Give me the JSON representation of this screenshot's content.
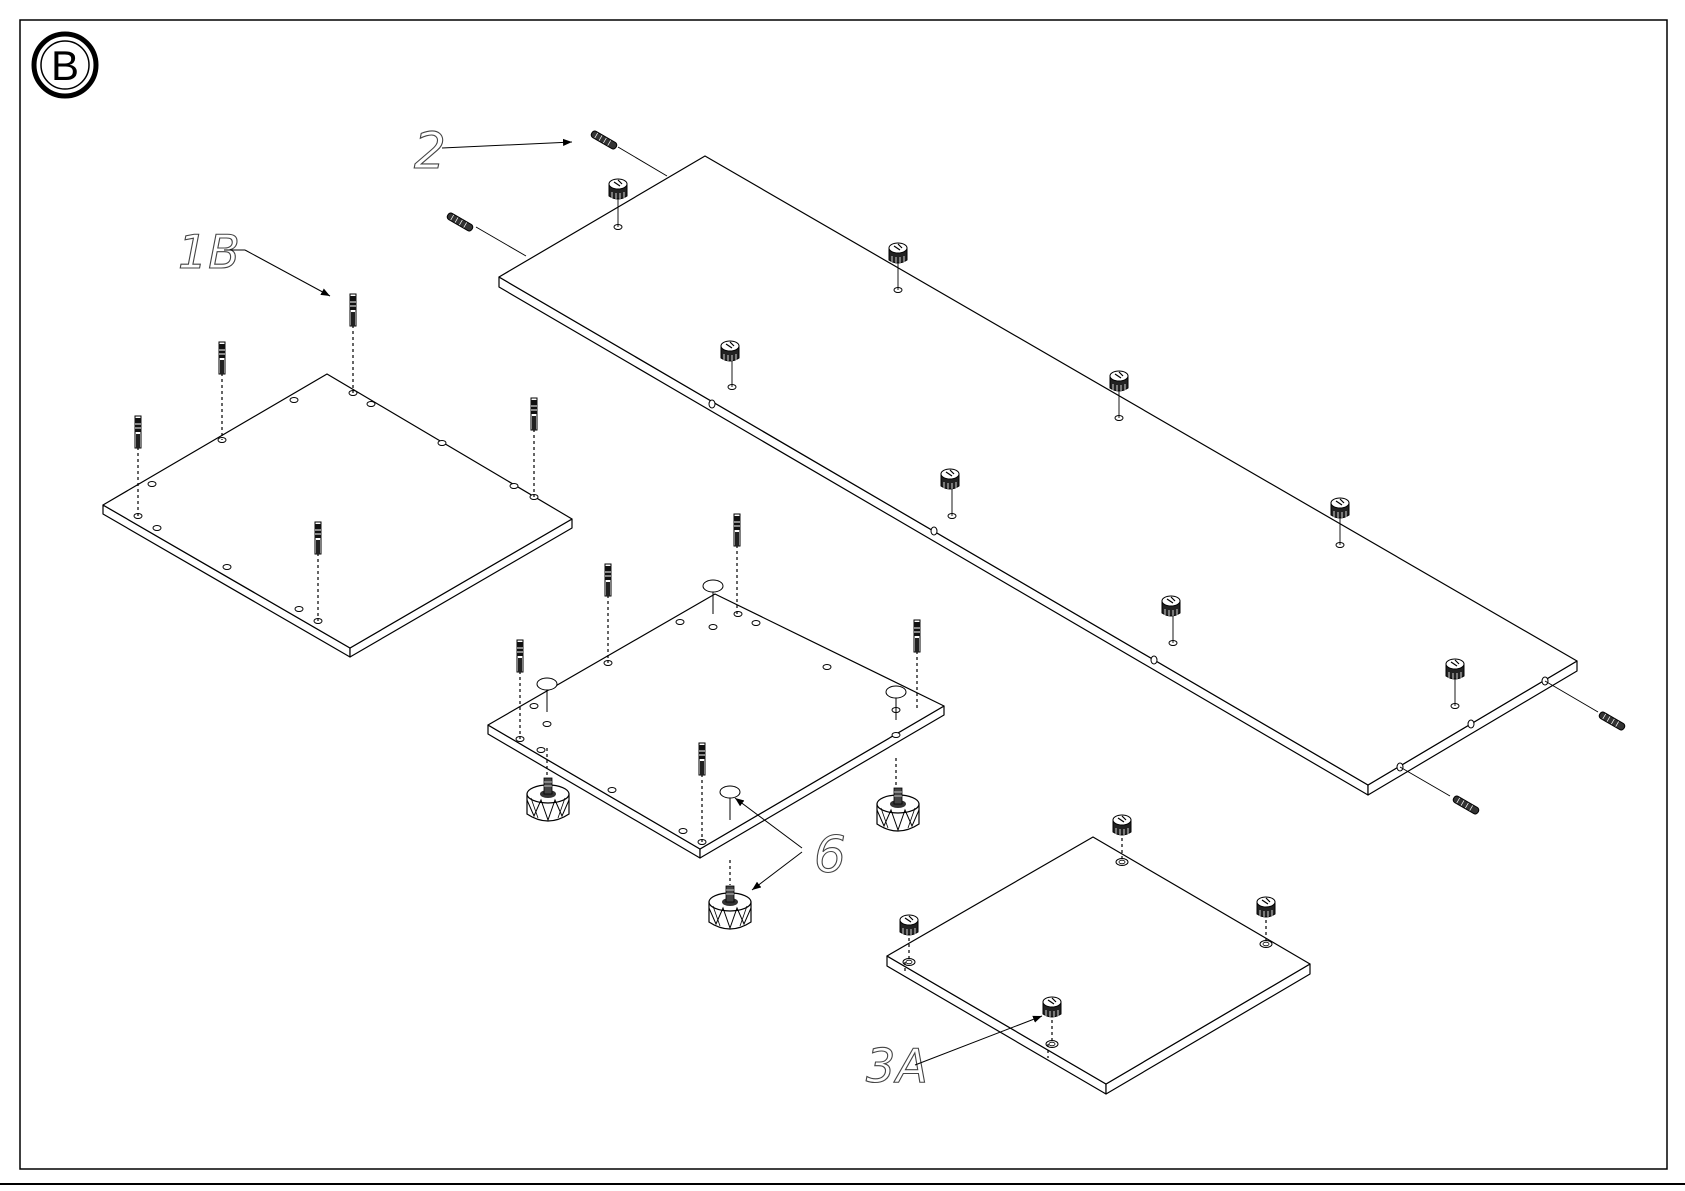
{
  "step": {
    "letter": "B"
  },
  "labels": {
    "dowel": "2",
    "cam_bolt": "1B",
    "cam_lock": "3A",
    "foot": "6"
  }
}
